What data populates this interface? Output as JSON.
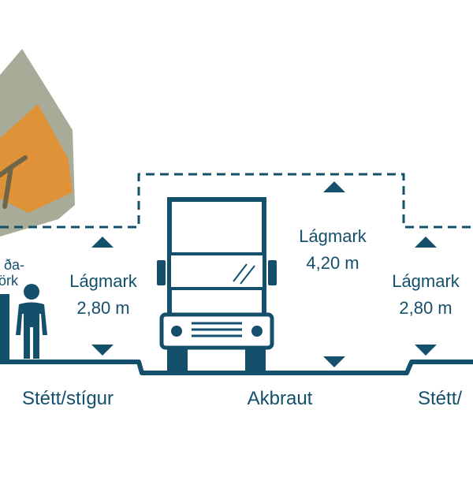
{
  "labels": {
    "left_height_label": "Lágmark",
    "left_height_value": "2,80 m",
    "center_height_label": "Lágmark",
    "center_height_value": "4,20 m",
    "right_height_label": "Lágmark",
    "right_height_value": "2,80 m",
    "left_zone": "Stétt/stígur",
    "center_zone": "Akbraut",
    "right_zone": "Stétt/",
    "green_strip_line1": "ða-",
    "green_strip_line2": "örk"
  },
  "colors": {
    "navy": "#144f6b",
    "tree_green": "#a8ab97",
    "leaf_orange": "#df9238",
    "branch_brown": "#6f6548"
  },
  "icons": [
    "tree-icon",
    "pedestrian-icon",
    "truck-icon"
  ]
}
